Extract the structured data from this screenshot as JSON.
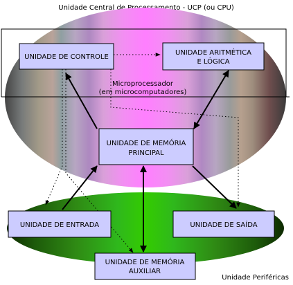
{
  "diagram": {
    "title": "Unidade Central de Processamento - UCP (ou CPU)",
    "microprocessor_label": [
      "Microprocessador",
      "(em microcomputadores)"
    ],
    "peripherals_label": "Unidade Periféricas",
    "boxes": {
      "control": [
        "UNIDADE DE CONTROLE"
      ],
      "alu": [
        "UNIDADE ARITMÉTICA",
        "E LÓGICA"
      ],
      "main_memory": [
        "UNIDADE DE MEMÓRIA",
        "PRINCIPAL"
      ],
      "input": [
        "UNIDADE DE ENTRADA"
      ],
      "output": [
        "UNIDADE DE SAÍDA"
      ],
      "aux_memory": [
        "UNIDADE DE MEMÓRIA",
        "AUXILIAR"
      ]
    },
    "colors": {
      "box_fill": "#ccccff",
      "cpu_center": "#ff7fff",
      "peripheral_center": "#33cc00"
    }
  }
}
